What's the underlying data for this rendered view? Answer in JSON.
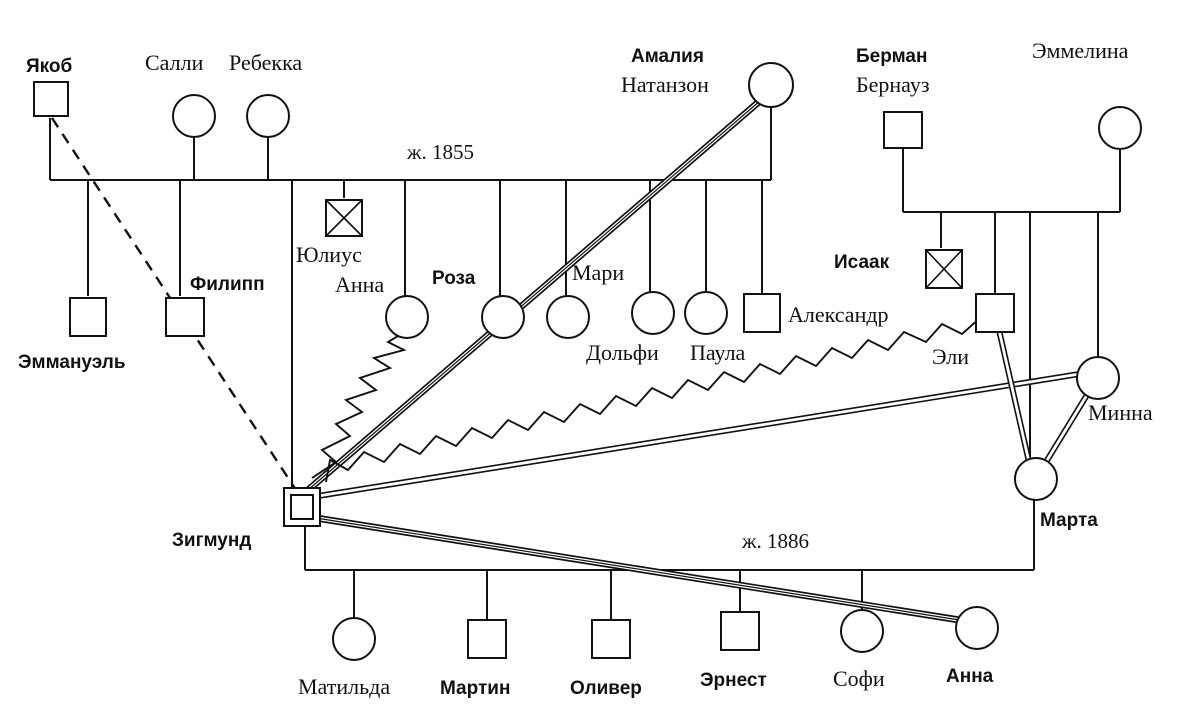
{
  "labels": {
    "yakob": "Якоб",
    "salli": "Салли",
    "rebekka": "Ребекка",
    "amalia": "Амалия",
    "natanzon": "Натанзон",
    "berman": "Берман",
    "bernauz": "Бернауз",
    "emmelina": "Эммелина",
    "marriage_1855": "ж. 1855",
    "yulius": "Юлиус",
    "anna_sister": "Анна",
    "roza": "Роза",
    "mari": "Мари",
    "filipp": "Филипп",
    "emmanuel": "Эммануэль",
    "dolfi": "Дольфи",
    "paula": "Паула",
    "aleksandr": "Александр",
    "isaak": "Исаак",
    "eli": "Эли",
    "minna": "Минна",
    "marta": "Марта",
    "zigmund": "Зигмунд",
    "marriage_1886": "ж. 1886",
    "matilda": "Матильда",
    "martin": "Мартин",
    "oliver": "Оливер",
    "ernest": "Эрнест",
    "sofi": "Софи",
    "anna_daughter": "Анна"
  }
}
